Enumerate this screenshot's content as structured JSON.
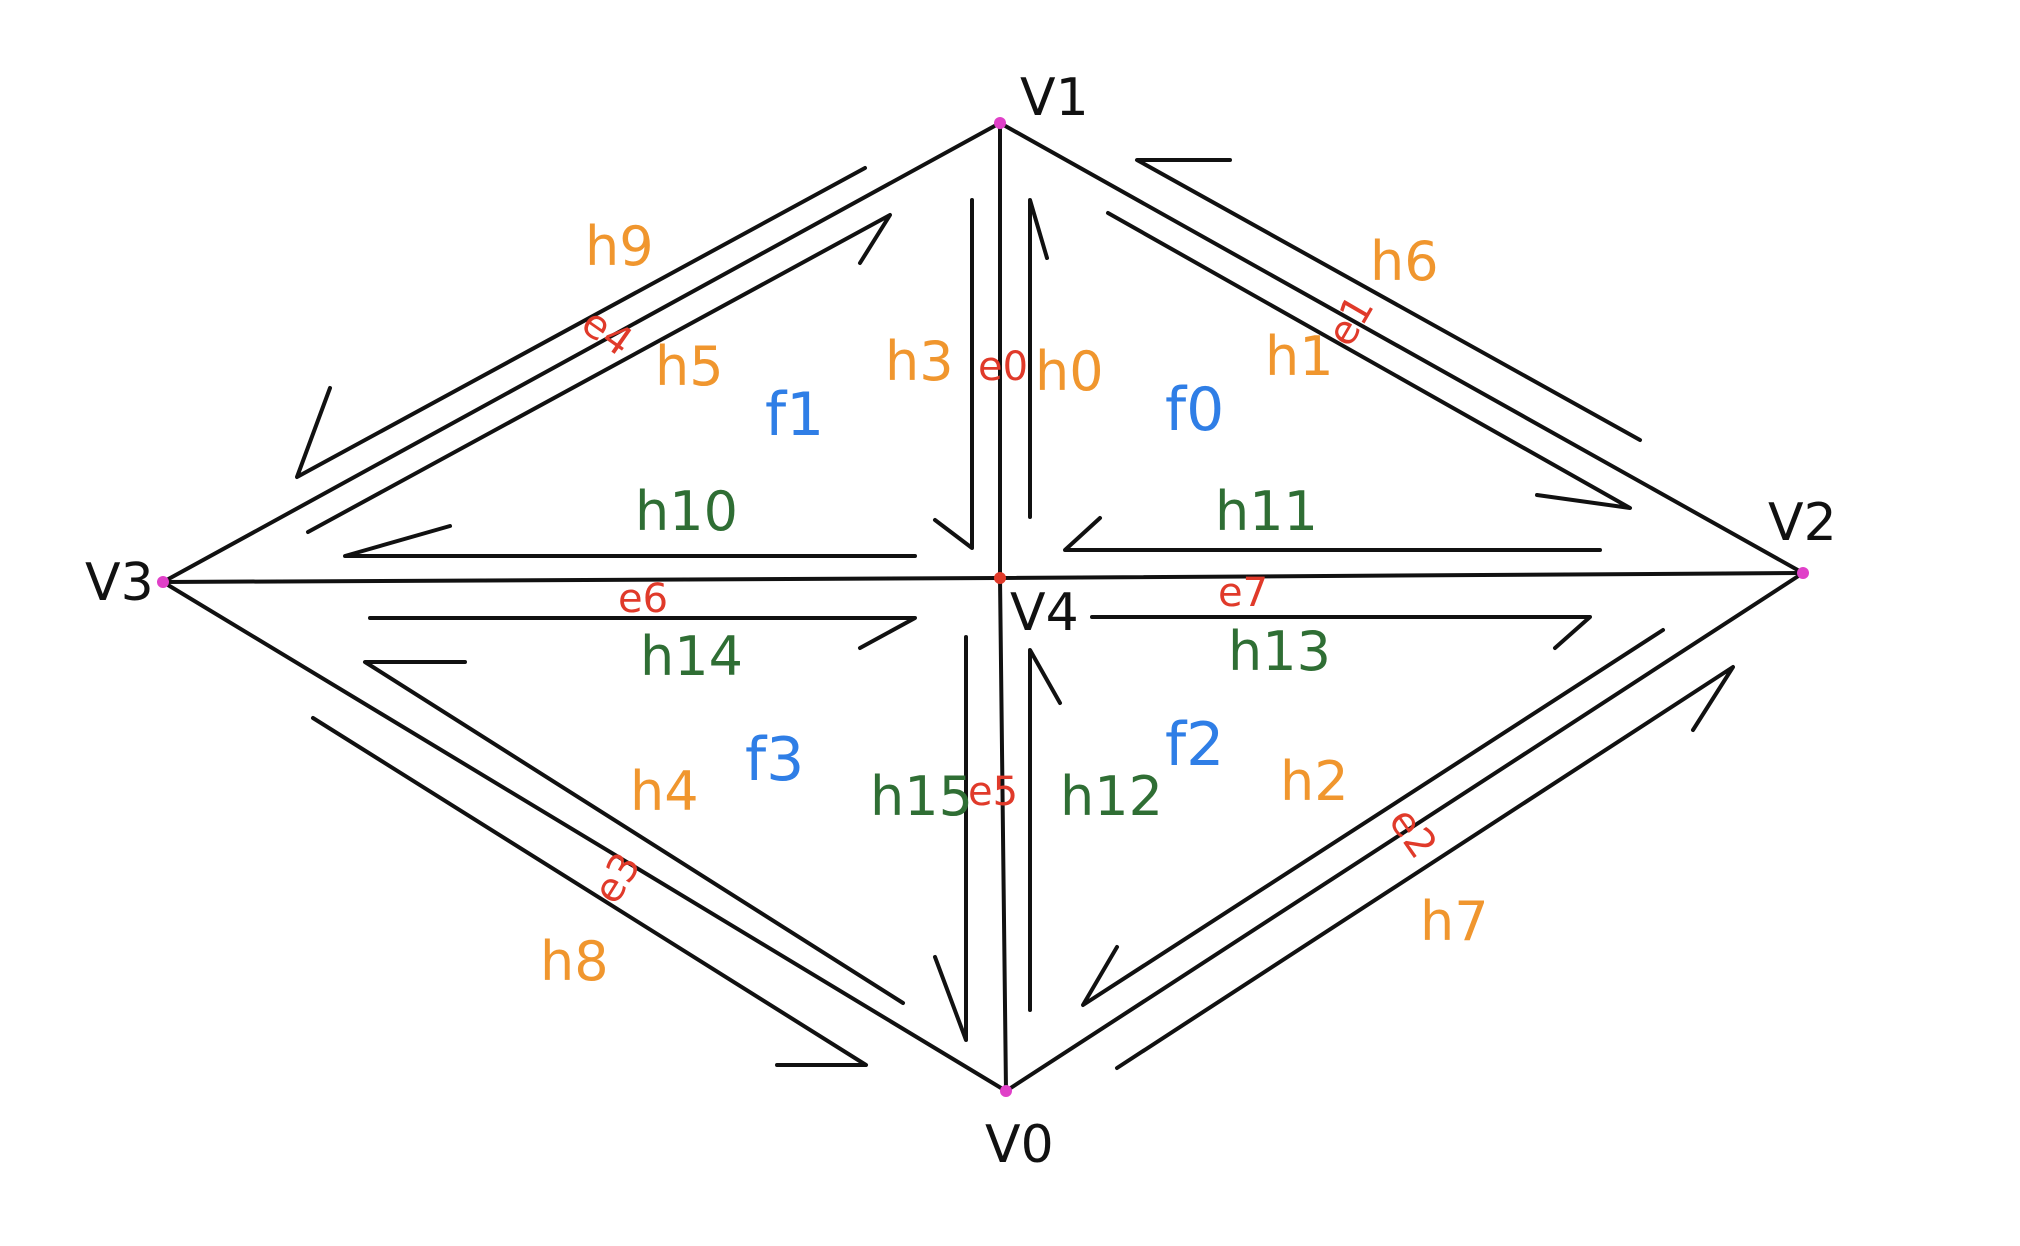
{
  "colors": {
    "vertex_dot": "#e040c8",
    "center_dot": "#e03a2a",
    "edge": "#111111",
    "boundary_halfedge": "#f0962e",
    "inner_halfedge": "#2f6e34",
    "face": "#2f7ee6",
    "edge_label": "#e03a2a"
  },
  "vertices": [
    {
      "id": "v1",
      "label": "V1"
    },
    {
      "id": "v2",
      "label": "V2"
    },
    {
      "id": "v3",
      "label": "V3"
    },
    {
      "id": "v0",
      "label": "V0"
    },
    {
      "id": "v4",
      "label": "V4"
    }
  ],
  "edges": [
    {
      "id": "e0",
      "label": "e0",
      "from": "v4",
      "to": "v1"
    },
    {
      "id": "e1",
      "label": "e1",
      "from": "v1",
      "to": "v2"
    },
    {
      "id": "e2",
      "label": "e2",
      "from": "v2",
      "to": "v0"
    },
    {
      "id": "e3",
      "label": "e3",
      "from": "v0",
      "to": "v3"
    },
    {
      "id": "e4",
      "label": "e4",
      "from": "v3",
      "to": "v1"
    },
    {
      "id": "e5",
      "label": "e5",
      "from": "v4",
      "to": "v0"
    },
    {
      "id": "e6",
      "label": "e6",
      "from": "v3",
      "to": "v4"
    },
    {
      "id": "e7",
      "label": "e7",
      "from": "v4",
      "to": "v2"
    }
  ],
  "halfedges": [
    {
      "id": "h0",
      "label": "h0",
      "kind": "boundary"
    },
    {
      "id": "h1",
      "label": "h1",
      "kind": "boundary"
    },
    {
      "id": "h2",
      "label": "h2",
      "kind": "boundary"
    },
    {
      "id": "h3",
      "label": "h3",
      "kind": "boundary"
    },
    {
      "id": "h4",
      "label": "h4",
      "kind": "boundary"
    },
    {
      "id": "h5",
      "label": "h5",
      "kind": "boundary"
    },
    {
      "id": "h6",
      "label": "h6",
      "kind": "boundary"
    },
    {
      "id": "h7",
      "label": "h7",
      "kind": "boundary"
    },
    {
      "id": "h8",
      "label": "h8",
      "kind": "boundary"
    },
    {
      "id": "h9",
      "label": "h9",
      "kind": "boundary"
    },
    {
      "id": "h10",
      "label": "h10",
      "kind": "inner"
    },
    {
      "id": "h11",
      "label": "h11",
      "kind": "inner"
    },
    {
      "id": "h12",
      "label": "h12",
      "kind": "inner"
    },
    {
      "id": "h13",
      "label": "h13",
      "kind": "inner"
    },
    {
      "id": "h14",
      "label": "h14",
      "kind": "inner"
    },
    {
      "id": "h15",
      "label": "h15",
      "kind": "inner"
    }
  ],
  "faces": [
    {
      "id": "f0",
      "label": "f0"
    },
    {
      "id": "f1",
      "label": "f1"
    },
    {
      "id": "f2",
      "label": "f2"
    },
    {
      "id": "f3",
      "label": "f3"
    }
  ]
}
